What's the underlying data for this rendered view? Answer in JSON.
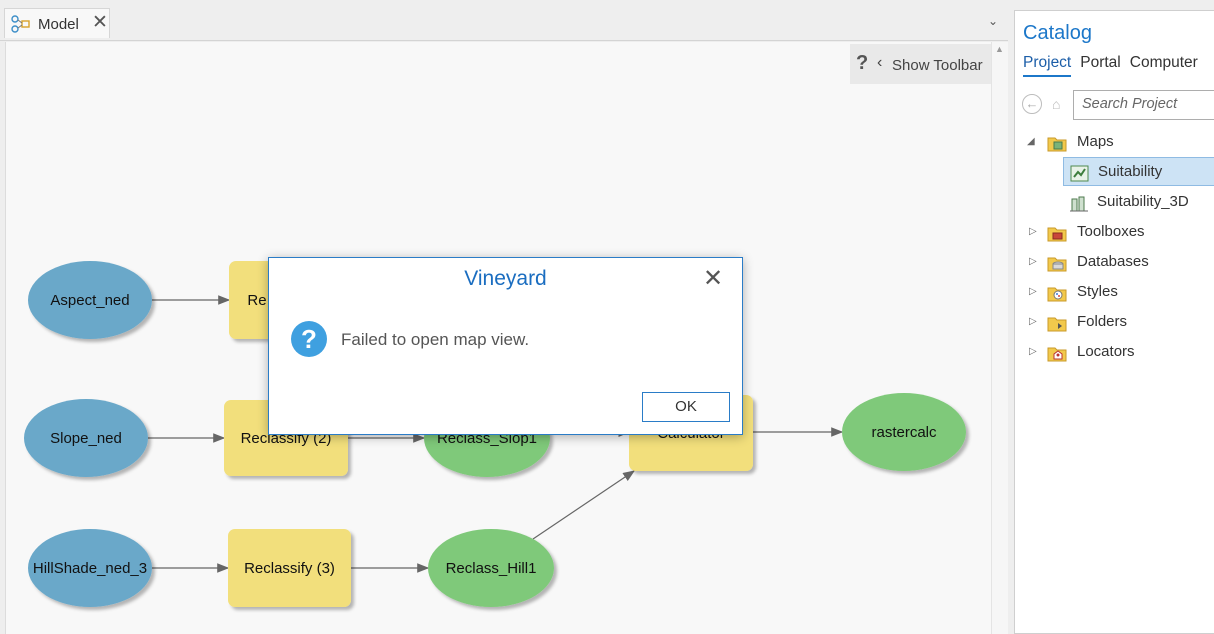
{
  "tab": {
    "label": "Model",
    "close_glyph": "✕",
    "icon": "model-builder-icon"
  },
  "tab_menu_glyph": "⌄",
  "canvas_toolbar": {
    "help_glyph": "?",
    "chevron": "‹",
    "show_toolbar_label": "Show Toolbar"
  },
  "diagram": {
    "colors": {
      "data": "#6aa8c9",
      "tool": "#f2df7c",
      "output": "#7fc97a",
      "edge": "#666666"
    },
    "nodes": [
      {
        "id": "aspect",
        "kind": "data",
        "label": "Aspect_ned"
      },
      {
        "id": "slope",
        "kind": "data",
        "label": "Slope_ned"
      },
      {
        "id": "hillshade",
        "kind": "data",
        "label": "HillShade_ned_3"
      },
      {
        "id": "reclass1",
        "kind": "tool",
        "label": "Re"
      },
      {
        "id": "reclass2",
        "kind": "tool",
        "label": "Reclassify (2)"
      },
      {
        "id": "reclass3",
        "kind": "tool",
        "label": "Reclassify (3)"
      },
      {
        "id": "reclass_slop1",
        "kind": "output",
        "label": "Reclass_Slop1"
      },
      {
        "id": "reclass_hill1",
        "kind": "output",
        "label": "Reclass_Hill1"
      },
      {
        "id": "calculator",
        "kind": "tool",
        "label": "Calculator"
      },
      {
        "id": "rastercalc",
        "kind": "output",
        "label": "rastercalc"
      }
    ],
    "edges": [
      [
        "aspect",
        "reclass1"
      ],
      [
        "slope",
        "reclass2"
      ],
      [
        "hillshade",
        "reclass3"
      ],
      [
        "reclass2",
        "reclass_slop1"
      ],
      [
        "reclass3",
        "reclass_hill1"
      ],
      [
        "reclass_hill1",
        "calculator"
      ],
      [
        "reclass_slop1",
        "calculator"
      ],
      [
        "calculator",
        "rastercalc"
      ]
    ]
  },
  "catalog": {
    "title": "Catalog",
    "tabs": [
      {
        "label": "Project",
        "active": true
      },
      {
        "label": "Portal",
        "active": false
      },
      {
        "label": "Computer",
        "active": false
      }
    ],
    "search_placeholder": "Search Project",
    "tree": [
      {
        "label": "Maps",
        "icon": "maps-folder-icon",
        "expander": "◢",
        "level": 0
      },
      {
        "label": "Suitability",
        "icon": "map-icon",
        "expander": "",
        "level": 1,
        "selected": true
      },
      {
        "label": "Suitability_3D",
        "icon": "scene-icon",
        "expander": "",
        "level": 1
      },
      {
        "label": "Toolboxes",
        "icon": "toolbox-folder-icon",
        "expander": "▷",
        "level": 0
      },
      {
        "label": "Databases",
        "icon": "database-folder-icon",
        "expander": "▷",
        "level": 0
      },
      {
        "label": "Styles",
        "icon": "styles-folder-icon",
        "expander": "▷",
        "level": 0
      },
      {
        "label": "Folders",
        "icon": "folders-icon",
        "expander": "▷",
        "level": 0
      },
      {
        "label": "Locators",
        "icon": "locators-folder-icon",
        "expander": "▷",
        "level": 0
      }
    ]
  },
  "dialog": {
    "title": "Vineyard",
    "message": "Failed to open map view.",
    "ok_label": "OK",
    "close_glyph": "✕",
    "icon_glyph": "?"
  }
}
